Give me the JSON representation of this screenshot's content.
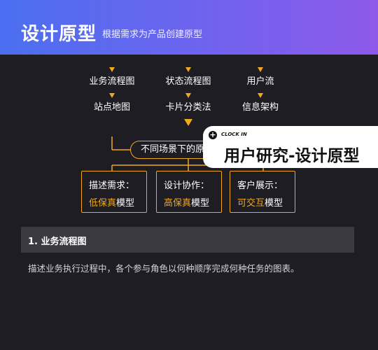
{
  "header": {
    "title": "设计原型",
    "subtitle": "根据需求为产品创建原型",
    "gradient": [
      "#4b6ff0",
      "#8e59ea"
    ]
  },
  "flow": {
    "columns": [
      {
        "top": "业务流程图",
        "bottom": "站点地图"
      },
      {
        "top": "状态流程图",
        "bottom": "卡片分类法"
      },
      {
        "top": "用户流",
        "bottom": "信息架构"
      }
    ],
    "merge_label": "不同场景下的原",
    "accent_color": "#f0a81e"
  },
  "cards": [
    {
      "line1": "描述需求：",
      "highlight": "低保真",
      "suffix": "模型"
    },
    {
      "line1": "设计协作：",
      "highlight": "高保真",
      "suffix": "模型"
    },
    {
      "line1": "客户展示：",
      "highlight": "可交互",
      "suffix": "模型"
    }
  ],
  "badge": {
    "plus": "+",
    "clock_in": "CLOCK IN",
    "text": "用户研究-设计原型"
  },
  "section": {
    "title": "1. 业务流程图",
    "description": "描述业务执行过程中，各个参与角色以何种顺序完成何种任务的图表。"
  }
}
